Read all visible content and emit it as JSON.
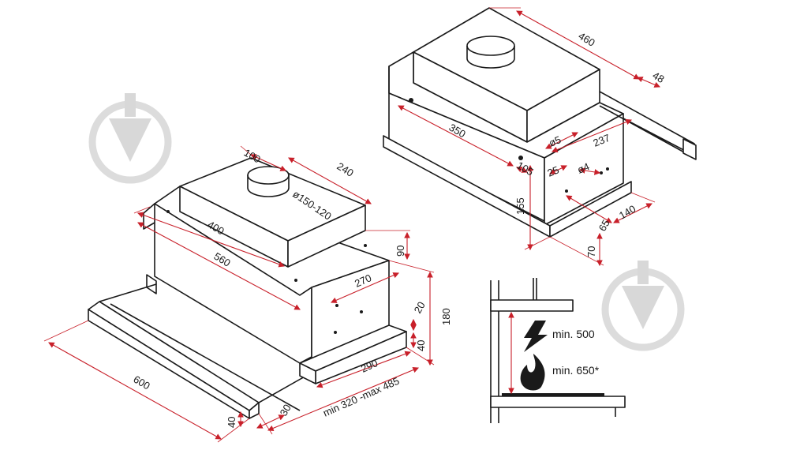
{
  "left_view": {
    "dims": {
      "d100": "100",
      "d240": "240",
      "d150_120": "ø150-120",
      "d400": "400",
      "d560": "560",
      "d90": "90",
      "d270": "270",
      "d180": "180",
      "d20": "20",
      "d40a": "40",
      "d290": "290",
      "d320_485": "min 320 -max 485",
      "d600": "600",
      "d40b": "40",
      "d30": "30"
    }
  },
  "right_view": {
    "dims": {
      "d460": "460",
      "d48": "48",
      "d350": "350",
      "d5a": "ø5",
      "d237": "237",
      "d105": "105",
      "d25": "25",
      "d4": "ø4",
      "d155": "155",
      "d65": "65",
      "d140": "140",
      "d70": "70"
    }
  },
  "install_view": {
    "min_electric": "min. 500",
    "min_gas": "min. 650*"
  },
  "colors": {
    "dimension": "#c8202a",
    "outline": "#1a1a1a",
    "watermark": "#d8d8d8"
  }
}
